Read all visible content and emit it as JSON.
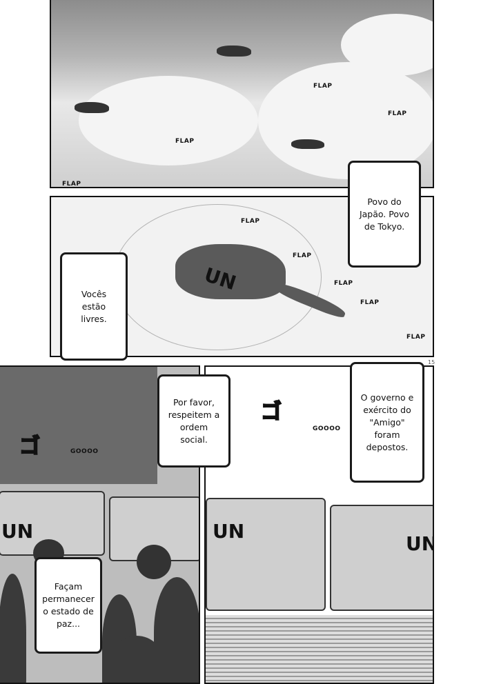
{
  "page_number": "15",
  "panels": {
    "p1": {
      "sfx": [
        "FLAP",
        "FLAP",
        "FLAP",
        "FLAP"
      ]
    },
    "p2": {
      "sfx": [
        "FLAP",
        "FLAP",
        "FLAP",
        "FLAP",
        "FLAP"
      ],
      "vehicle_label": "UN"
    },
    "p3": {
      "sfx_sound": "GOOOO",
      "vehicle_label": "UN"
    },
    "p4": {
      "sfx_sound": "GOOOO",
      "vehicle_label": "UN",
      "vehicle_label2": "UN"
    }
  },
  "captions": {
    "povo": "Povo do Japão. Povo de Tokyo.",
    "voces": "Vocês estão livres.",
    "por_favor": "Por favor, respeitem a ordem social.",
    "governo": "O governo e exército do \"Amigo\" foram depostos.",
    "facam": "Façam permanecer o estado de paz..."
  }
}
